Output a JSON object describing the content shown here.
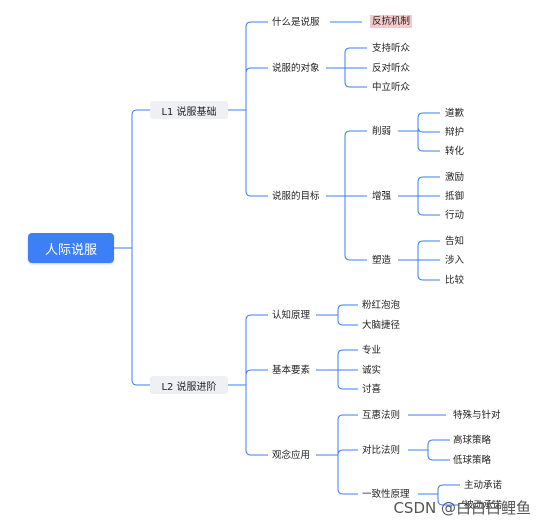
{
  "root": "人际说服",
  "l1": [
    "L1 说服基础",
    "L2 说服进阶"
  ],
  "l1_children": {
    "what": "什么是说服",
    "what_child": "反抗机制",
    "object": "说服的对象",
    "objects": [
      "支持听众",
      "反对听众",
      "中立听众"
    ],
    "goal": "说服的目标",
    "goals": [
      "削弱",
      "增强",
      "塑造"
    ],
    "weaken": [
      "道歉",
      "辩护",
      "转化"
    ],
    "strengthen": [
      "激励",
      "抵御",
      "行动"
    ],
    "shape": [
      "告知",
      "涉入",
      "比较"
    ]
  },
  "l2_children": {
    "cognition": "认知原理",
    "cognitions": [
      "粉红泡泡",
      "大脑捷径"
    ],
    "elements": "基本要素",
    "elements_list": [
      "专业",
      "诚实",
      "讨喜"
    ],
    "apply": "观念应用",
    "rules": [
      "互惠法则",
      "对比法则",
      "一致性原理"
    ],
    "reciprocity": [
      "特殊与针对"
    ],
    "contrast": [
      "高球策略",
      "低球策略"
    ],
    "consistency": [
      "主动承诺",
      "被动承诺"
    ]
  },
  "watermark": "CSDN @白白白鲤鱼",
  "colors": {
    "line": "#3d7ff5",
    "root": "#3d7ff5",
    "l1_bg": "#eef0f3",
    "highlight": "#f6c9c9"
  }
}
